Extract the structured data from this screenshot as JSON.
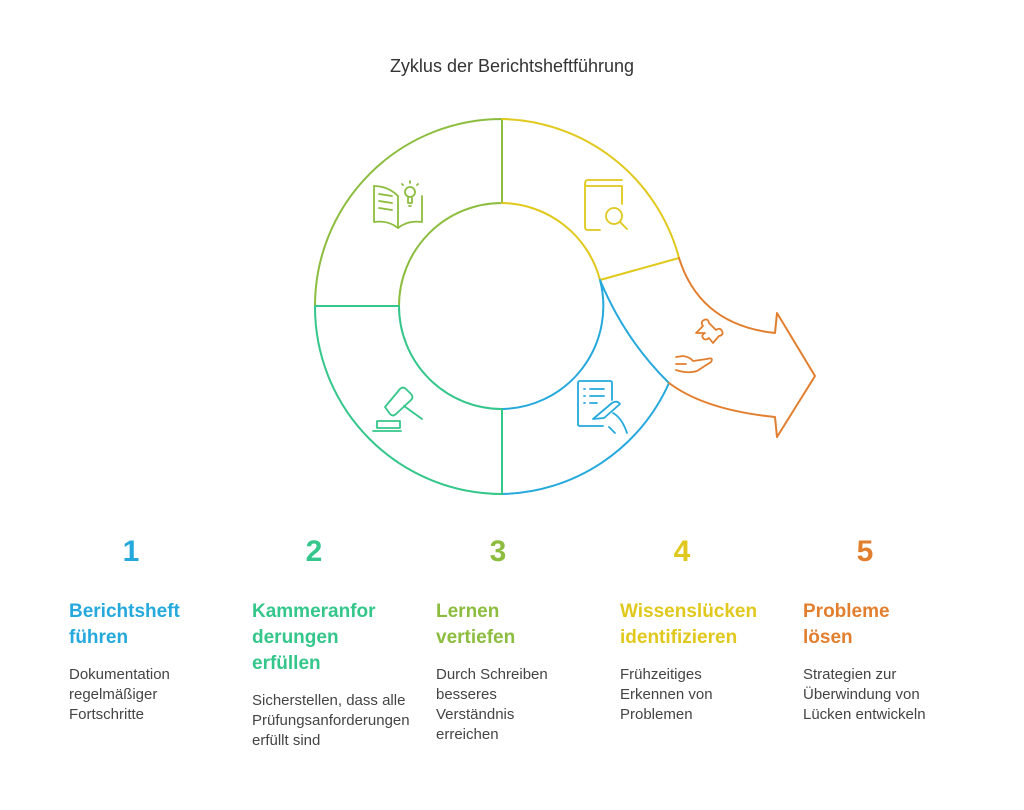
{
  "title": "Zyklus der Berichtsheftführung",
  "colors": {
    "blue": "#25a9dc",
    "teal": "#34c68a",
    "lime": "#8cbd3e",
    "yellow": "#e0c81c",
    "orange": "#e27f2e"
  },
  "steps": [
    {
      "number": "1",
      "heading": [
        "Berichtsheft",
        "führen"
      ],
      "description": [
        "Dokumentation",
        "regelmäßiger",
        "Fortschritte"
      ],
      "color": "#25a9dc",
      "icon": "writing-checklist-icon"
    },
    {
      "number": "2",
      "heading": [
        "Kammeranfor",
        "derungen",
        "erfüllen"
      ],
      "description": [
        "Sicherstellen, dass alle",
        "Prüfungsanforderungen",
        "erfüllt sind"
      ],
      "color": "#34c68a",
      "icon": "gavel-icon"
    },
    {
      "number": "3",
      "heading": [
        "Lernen",
        "vertiefen"
      ],
      "description": [
        "Durch Schreiben",
        "besseres",
        "Verständnis",
        "erreichen"
      ],
      "color": "#8cbd3e",
      "icon": "book-lightbulb-icon"
    },
    {
      "number": "4",
      "heading": [
        "Wissenslücken",
        "identifizieren"
      ],
      "description": [
        "Frühzeitiges",
        "Erkennen von",
        "Problemen"
      ],
      "color": "#e0c81c",
      "icon": "book-search-icon"
    },
    {
      "number": "5",
      "heading": [
        "Probleme",
        "lösen"
      ],
      "description": [
        "Strategien zur",
        "Überwindung von",
        "Lücken entwickeln"
      ],
      "color": "#e27f2e",
      "icon": "hand-puzzle-icon"
    }
  ]
}
